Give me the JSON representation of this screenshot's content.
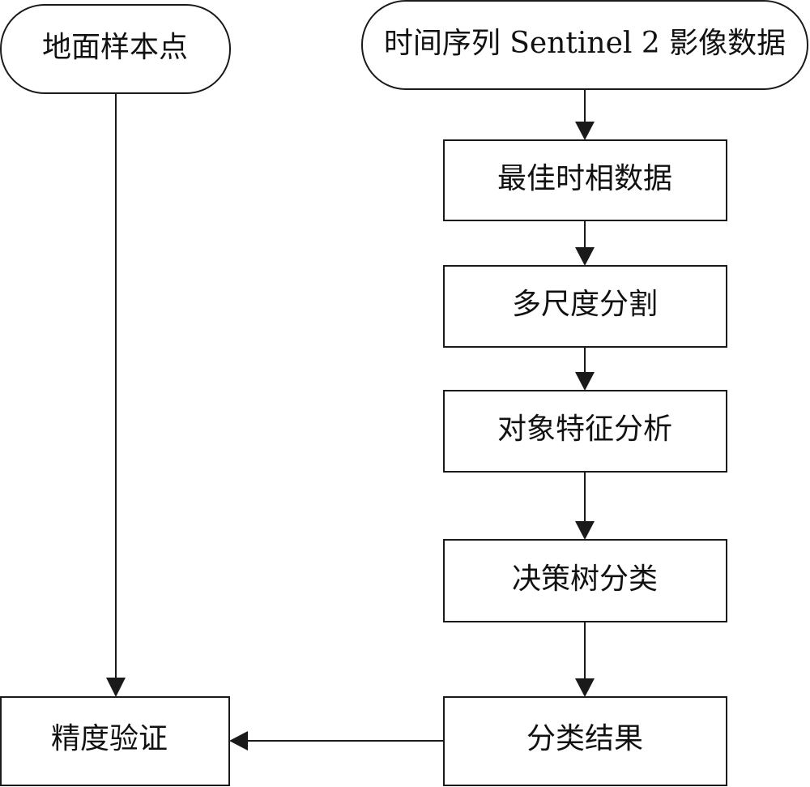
{
  "nodes": {
    "ground_samples": "地面样本点",
    "sentinel_data": "时间序列 Sentinel 2 影像数据",
    "best_phase": "最佳时相数据",
    "segmentation": "多尺度分割",
    "feature_analysis": "对象特征分析",
    "decision_tree": "决策树分类",
    "result": "分类结果",
    "validation": "精度验证"
  },
  "colors": {
    "stroke": "#1a1a1a",
    "fill": "#ffffff",
    "text": "#111111"
  }
}
